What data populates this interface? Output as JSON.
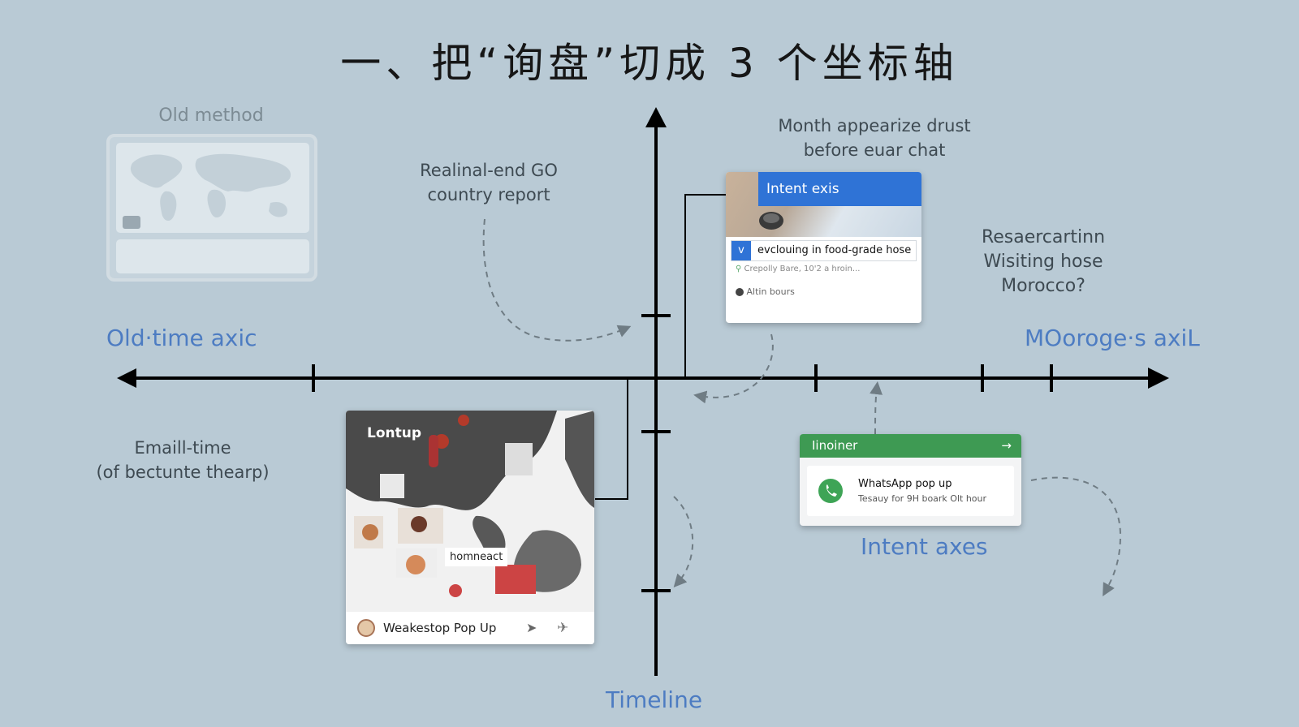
{
  "title": "一、把“询盘”切成 3 个坐标轴",
  "old_method": {
    "label": "Old method"
  },
  "notes": {
    "gdp_report": [
      "Realinal-end GO",
      "country report"
    ],
    "month_before_chat": [
      "Month appearize drust",
      "before euar chat"
    ],
    "researching": [
      "Resaercartinn",
      "Wisiting hose",
      "Morocco?"
    ],
    "email_time": [
      "Emaill-time",
      "(of bectunte thearp)"
    ]
  },
  "axis_labels": {
    "old_time": "Old·time axic",
    "moroges": "MOoroge·s axiL",
    "timeline": "Timeline",
    "intent": "Intent axes"
  },
  "intent_card": {
    "header": "Intent exis",
    "check": "v",
    "row1": "evclouing in food-grade hose",
    "row2": "Crepolly Bare, 10'2 a hroin...",
    "row3": "Altin bours"
  },
  "map_card": {
    "label": "Lontup",
    "callout": "homneact",
    "footer": "Weakestop Pop Up"
  },
  "whatsapp_card": {
    "header": "Iinoiner",
    "title": "WhatsApp pop up",
    "subtitle": "Tesauy for 9H boark Olt hour"
  },
  "colors": {
    "background": "#b9cad5",
    "accent_blue": "#4d7cc2",
    "intent_blue": "#2f73d6",
    "whatsapp_green": "#3e9a53"
  }
}
